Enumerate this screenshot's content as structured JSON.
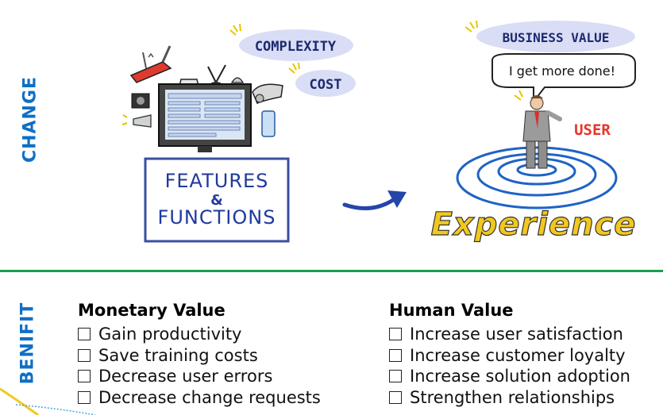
{
  "side_labels": {
    "change": "CHANGE",
    "benefit": "BENIFIT"
  },
  "illustration": {
    "complexity": "COMPLEXITY",
    "cost": "COST",
    "features_line1": "FEATURES",
    "features_amp": "&",
    "features_line2": "FUNCTIONS",
    "business_value": "BUSINESS VALUE",
    "speech": "I get more done!",
    "user": "USER",
    "experience": "Experience"
  },
  "benefits": {
    "monetary": {
      "title": "Monetary Value",
      "items": [
        "Gain productivity",
        "Save training costs",
        "Decrease user errors",
        "Decrease change requests"
      ]
    },
    "human": {
      "title": "Human Value",
      "items": [
        "Increase user satisfaction",
        "Increase customer loyalty",
        "Increase solution adoption",
        "Strengthen relationships"
      ]
    }
  },
  "colors": {
    "accent_blue": "#0f6fc6",
    "divider_green": "#1aa04c",
    "bubble_lavender": "#d9ddf5",
    "user_red": "#e8352b",
    "experience_yellow": "#f2c81f"
  }
}
